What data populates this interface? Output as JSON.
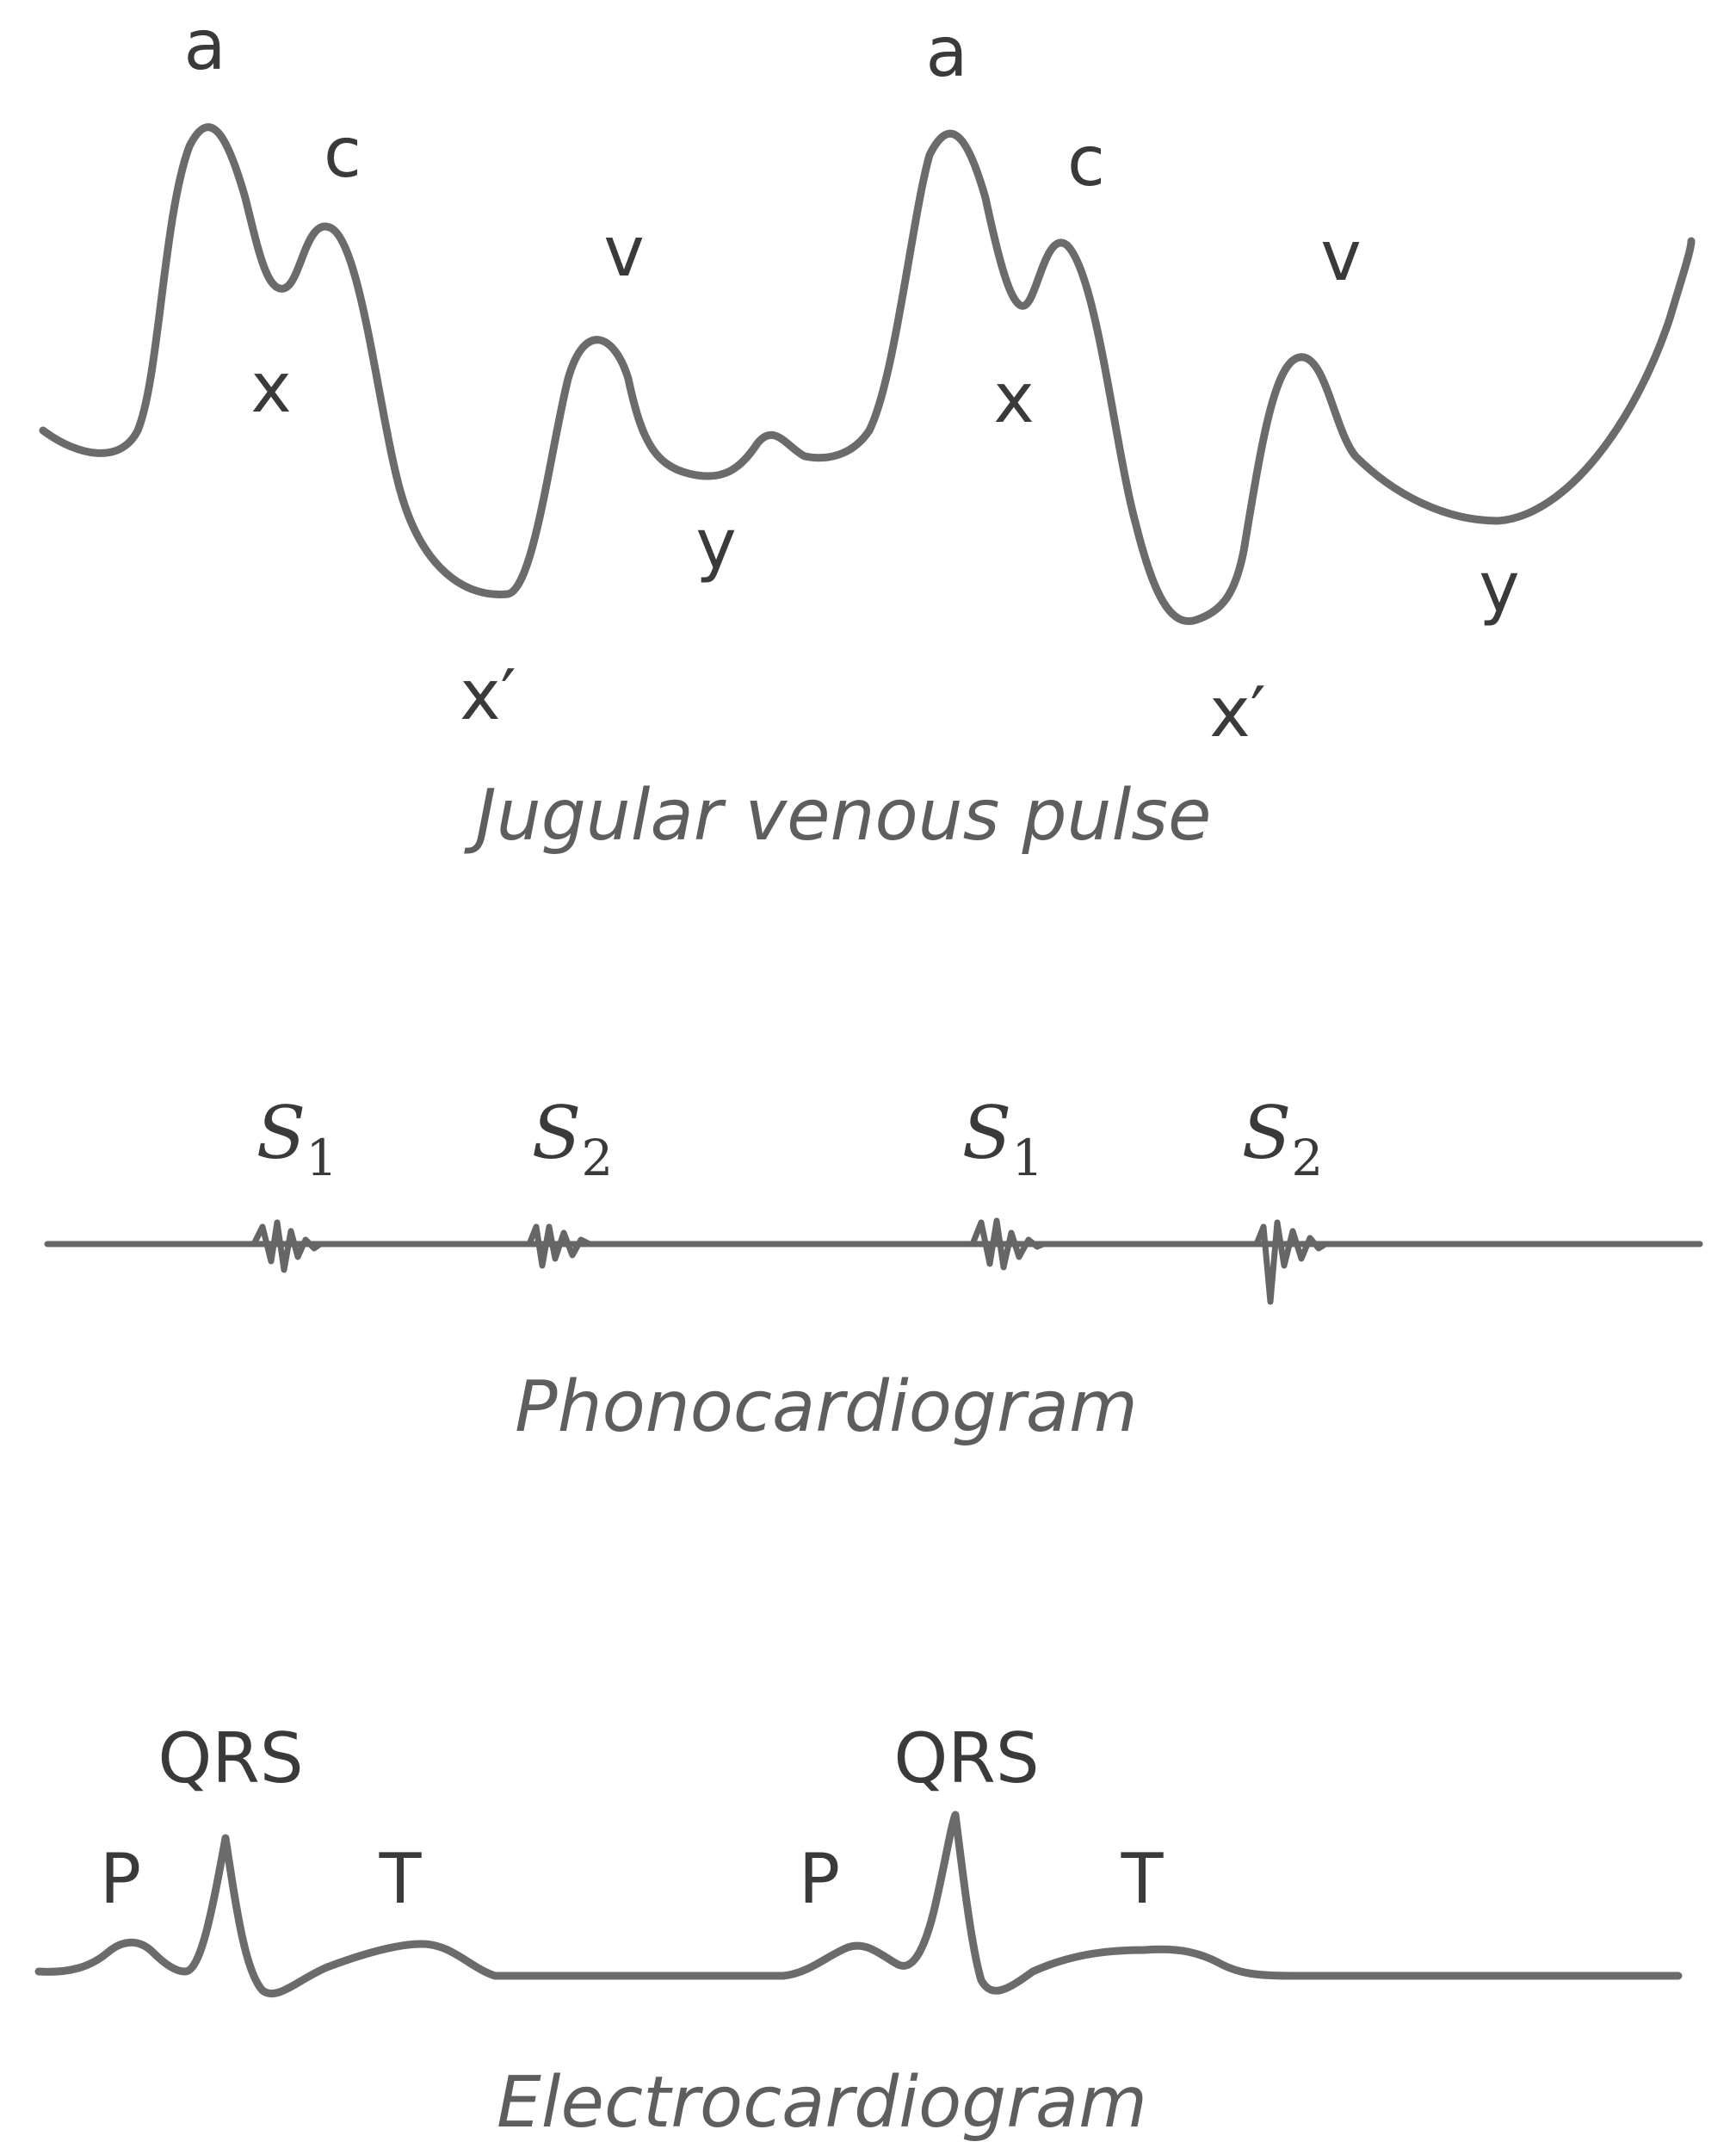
{
  "jvp": {
    "caption": "Jugular venous pulse",
    "labels": {
      "a1": "a",
      "c1": "c",
      "x1": "x",
      "v1": "v",
      "xp1": "x′",
      "y1": "y",
      "a2": "a",
      "c2": "c",
      "x2": "x",
      "v2": "v",
      "xp2": "x′",
      "y2": "y"
    }
  },
  "pcg": {
    "caption": "Phonocardiogram",
    "labels": {
      "s1a": "S",
      "s1a_sub": "1",
      "s2a": "S",
      "s2a_sub": "2",
      "s1b": "S",
      "s1b_sub": "1",
      "s2b": "S",
      "s2b_sub": "2"
    }
  },
  "ecg": {
    "caption": "Electrocardiogram",
    "labels": {
      "p1": "P",
      "qrs1": "QRS",
      "t1": "T",
      "p2": "P",
      "qrs2": "QRS",
      "t2": "T"
    }
  }
}
